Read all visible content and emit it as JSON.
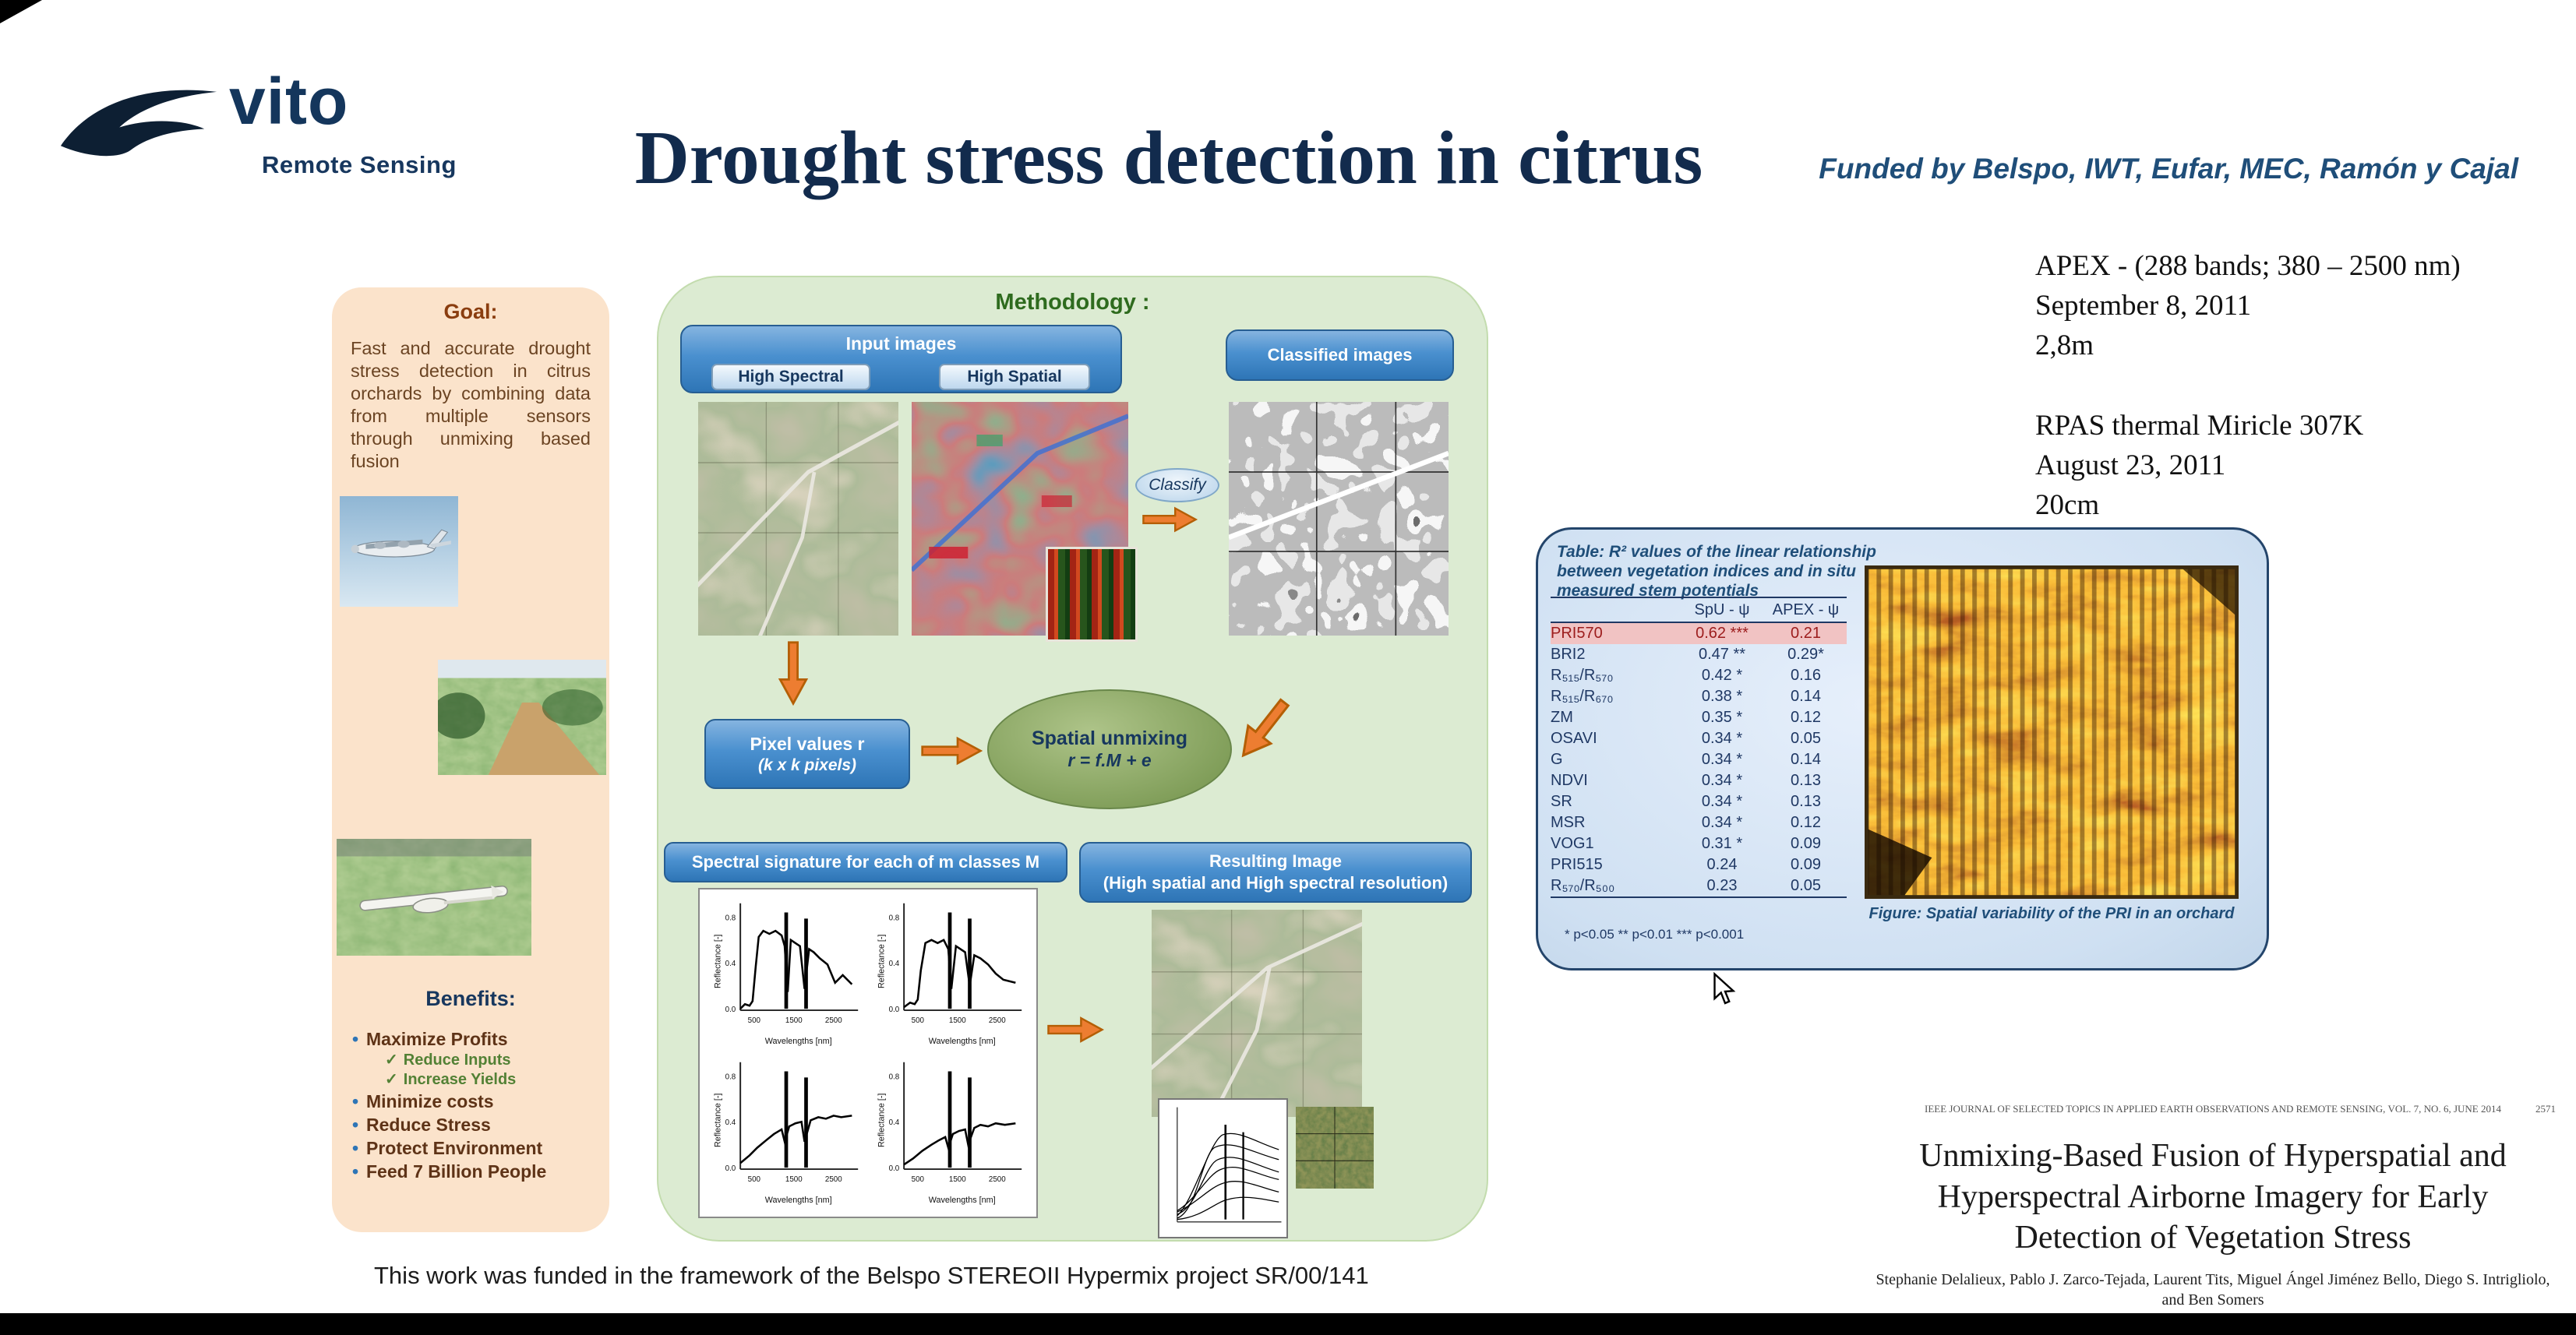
{
  "header": {
    "logo_brand": "vito",
    "logo_subtitle": "Remote Sensing",
    "title": "Drought stress detection in citrus",
    "funding": "Funded by Belspo, IWT, Eufar, MEC, Ramón y Cajal"
  },
  "goal": {
    "title": "Goal:",
    "body": "Fast and accurate drought stress detection in citrus orchards by combining data from multiple sensors through unmixing based fusion",
    "benefits_title": "Benefits:",
    "benefits": [
      "Maximize Profits",
      "Minimize costs",
      "Reduce Stress",
      "Protect Environment",
      "Feed 7 Billion People"
    ],
    "sub_benefits": [
      "Reduce Inputs",
      "Increase Yields"
    ]
  },
  "methodology": {
    "title": "Methodology :",
    "input_images": "Input images",
    "high_spectral": "High Spectral",
    "high_spatial": "High Spatial",
    "classified_images": "Classified images",
    "classify": "Classify",
    "pixel_values_line1": "Pixel values r",
    "pixel_values_line2": "(k x k pixels)",
    "unmixing_line1": "Spatial unmixing",
    "unmixing_line2": "r = f.M + e",
    "spectral_signature": "Spectral signature for each of m classes M",
    "resulting_line1": "Resulting Image",
    "resulting_line2": "(High spatial and  High spectral resolution)",
    "plot": {
      "ylabel": "Reflectance [-]",
      "xlabel": "Wavelengths [nm]",
      "xticks": [
        "500",
        "1500",
        "2500"
      ],
      "yticks": [
        "0.0",
        "0.4",
        "0.8"
      ]
    }
  },
  "sensors": {
    "apex": [
      "APEX - (288 bands; 380 – 2500 nm)",
      "September 8, 2011",
      "2,8m"
    ],
    "rpas": [
      "RPAS thermal Miricle 307K",
      "August 23, 2011",
      "20cm"
    ]
  },
  "results": {
    "table_caption": "Table: R² values of the linear relationship between vegetation indices and in situ measured stem potentials",
    "col1": "SpU - ψ",
    "col2": "APEX - ψ",
    "rows": [
      {
        "name": "PRI570",
        "spu": "0.62 ***",
        "apex": "0.21"
      },
      {
        "name": "BRI2",
        "spu": "0.47 **",
        "apex": "0.29*"
      },
      {
        "name": "R₅₁₅/R₅₇₀",
        "spu": "0.42 *",
        "apex": "0.16"
      },
      {
        "name": "R₅₁₅/R₆₇₀",
        "spu": "0.38 *",
        "apex": "0.14"
      },
      {
        "name": "ZM",
        "spu": "0.35 *",
        "apex": "0.12"
      },
      {
        "name": "OSAVI",
        "spu": "0.34 *",
        "apex": "0.05"
      },
      {
        "name": "G",
        "spu": "0.34 *",
        "apex": "0.14"
      },
      {
        "name": "NDVI",
        "spu": "0.34 *",
        "apex": "0.13"
      },
      {
        "name": "SR",
        "spu": "0.34 *",
        "apex": "0.13"
      },
      {
        "name": "MSR",
        "spu": "0.34 *",
        "apex": "0.12"
      },
      {
        "name": "VOG1",
        "spu": "0.31 *",
        "apex": "0.09"
      },
      {
        "name": "PRI515",
        "spu": "0.24",
        "apex": "0.09"
      },
      {
        "name": "R₅₇₀/R₅₀₀",
        "spu": "0.23",
        "apex": "0.05"
      }
    ],
    "footnote": "*  p<0.05   ** p<0.01  *** p<0.001",
    "figure_caption": "Figure: Spatial variability of the PRI in an orchard"
  },
  "paper": {
    "journal": "IEEE JOURNAL OF SELECTED TOPICS IN APPLIED EARTH OBSERVATIONS AND REMOTE SENSING, VOL. 7, NO. 6, JUNE 2014",
    "page": "2571",
    "title": "Unmixing-Based Fusion of Hyperspatial and Hyperspectral Airborne Imagery for Early Detection of Vegetation Stress",
    "authors": "Stephanie Delalieux, Pablo J. Zarco-Tejada, Laurent Tits, Miguel Ángel Jiménez Bello, Diego S. Intrigliolo, and Ben Somers"
  },
  "footer_text": "This work was funded in the framework of the Belspo STEREOII Hypermix project SR/00/141",
  "icons": {
    "check": "✓"
  }
}
